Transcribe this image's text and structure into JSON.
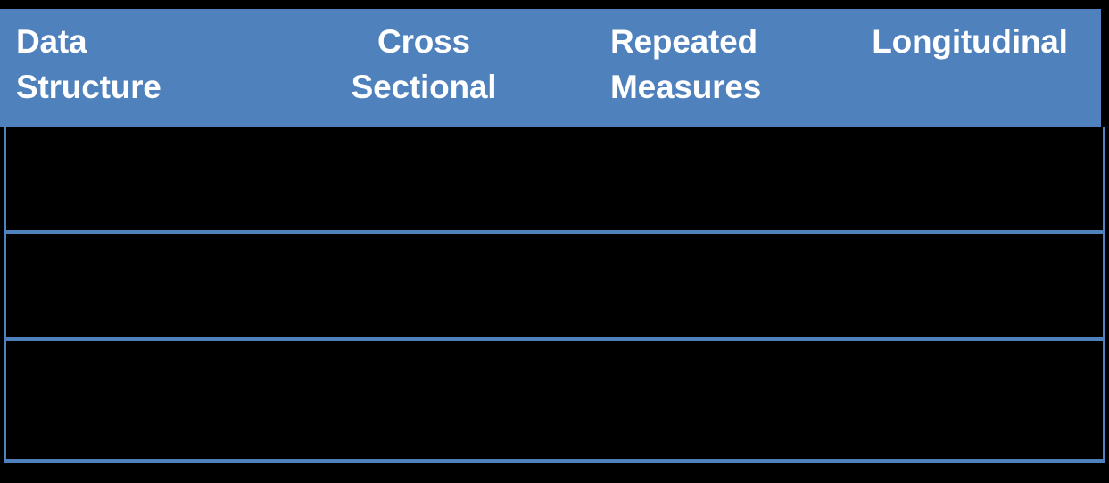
{
  "slide": {
    "background_color": "#000000",
    "accent_color": "#4F81BD",
    "header_text_color": "#FFFFFF",
    "body_text_color": "#000000"
  },
  "table": {
    "columns": [
      {
        "id": "data-structure",
        "label": "Data\nStructure",
        "align": "left"
      },
      {
        "id": "cross-sectional",
        "label": "Cross\nSectional",
        "align": "center"
      },
      {
        "id": "repeated-measures",
        "label": "Repeated\nMeasures",
        "align": "left"
      },
      {
        "id": "longitudinal",
        "label": "Longitudinal",
        "align": "center"
      }
    ],
    "rows": [
      {
        "cells": [
          "",
          "",
          "",
          ""
        ]
      },
      {
        "cells": [
          "",
          "",
          "",
          ""
        ]
      },
      {
        "cells": [
          "",
          "",
          "",
          ""
        ]
      }
    ]
  }
}
